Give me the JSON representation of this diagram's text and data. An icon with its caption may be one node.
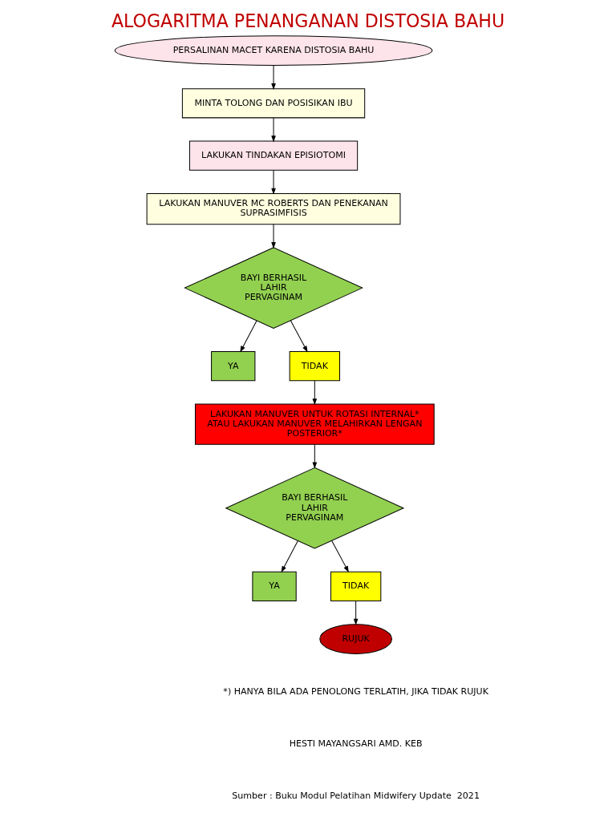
{
  "diagram": {
    "title": "ALOGARITMA PENANGANAN DISTOSIA BAHU",
    "nodes": [
      {
        "text": [
          "PERSALINAN MACET KARENA DISTOSIA BAHU"
        ]
      },
      {
        "text": [
          "MINTA TOLONG DAN POSISIKAN IBU"
        ]
      },
      {
        "text": [
          "LAKUKAN TINDAKAN EPISIOTOMI"
        ]
      },
      {
        "text": [
          "LAKUKAN MANUVER MC ROBERTS DAN PENEKANAN SUPRASIMFISIS"
        ]
      },
      {
        "text": [
          "BAYI BERHASIL LAHIR PERVAGINAM"
        ]
      },
      {
        "text": [
          "YA"
        ]
      },
      {
        "text": [
          "TIDAK"
        ]
      },
      {
        "text": [
          "LAKUKAN MANUVER UNTUK ROTASI INTERNAL* ATAU LAKUKAN MANUVER MELAHIRKAN LENGAN POSTERIOR*"
        ]
      },
      {
        "text": [
          "BAYI BERHASIL LAHIR PERVAGINAM"
        ]
      },
      {
        "text": [
          "YA"
        ]
      },
      {
        "text": [
          "TIDAK"
        ]
      },
      {
        "text": [
          "RUJUK"
        ]
      }
    ],
    "edges": [
      {
        "from": 0,
        "to": 1,
        "arrow": "to"
      },
      {
        "from": 1,
        "to": 2,
        "arrow": "to"
      },
      {
        "from": 2,
        "to": 3,
        "arrow": "to"
      },
      {
        "from": 3,
        "to": 4,
        "arrow": "to"
      },
      {
        "from": 4,
        "to": 5,
        "arrow": "to"
      },
      {
        "from": 4,
        "to": 6,
        "arrow": "to"
      },
      {
        "from": 6,
        "to": 7,
        "arrow": "to"
      },
      {
        "from": 7,
        "to": 8,
        "arrow": "to"
      },
      {
        "from": 8,
        "to": 9,
        "arrow": "to"
      },
      {
        "from": 8,
        "to": 10,
        "arrow": "to"
      },
      {
        "from": 10,
        "to": 11,
        "arrow": "to"
      }
    ],
    "labels": [
      "*) HANYA BILA ADA PENOLONG TERLATIH, JIKA TIDAK RUJUK",
      "HESTI MAYANGSARI AMD. KEB",
      "Sumber : Buku Modul Pelatihan Midwifery Update  2021"
    ]
  }
}
